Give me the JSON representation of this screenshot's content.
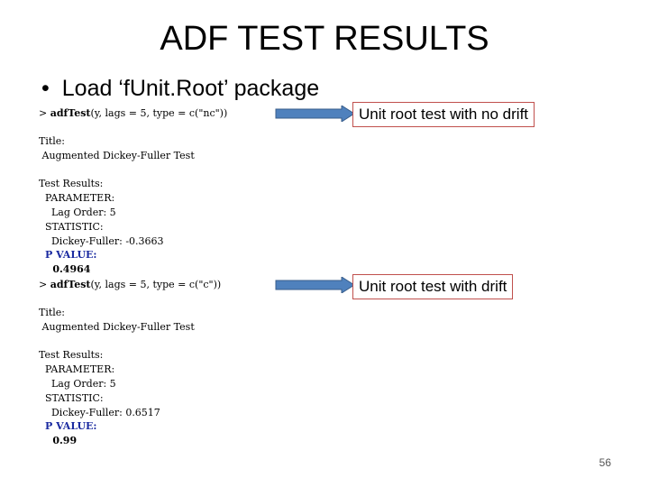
{
  "slide": {
    "title": "ADF TEST RESULTS",
    "bullet_symbol": "•",
    "bullet_text": "Load ‘fUnit.Root’ package",
    "page_number": "56"
  },
  "block1": {
    "command_prefix": "> ",
    "command_fn": "adfTest",
    "command_args": "(y, lags = 5, type = c(\"nc\"))",
    "title_label": "Title:",
    "title_value": " Augmented Dickey-Fuller Test",
    "results_label": "Test Results:",
    "parameter_label": "  PARAMETER:",
    "lag_order": "    Lag Order: 5",
    "statistic_label": "  STATISTIC:",
    "statistic_value": "    Dickey-Fuller: -0.3663",
    "p_label_indent": "  ",
    "p_letter": "P",
    "p_rest": " VALUE:",
    "p_value": "    0.4964",
    "callout": "Unit root test with no drift"
  },
  "block2": {
    "command_prefix": "> ",
    "command_fn": "adfTest",
    "command_args": "(y, lags = 5, type = c(\"c\"))",
    "title_label": "Title:",
    "title_value": " Augmented Dickey-Fuller Test",
    "results_label": "Test Results:",
    "parameter_label": "  PARAMETER:",
    "lag_order": "    Lag Order: 5",
    "statistic_label": "  STATISTIC:",
    "statistic_value": "    Dickey-Fuller: 0.6517",
    "p_label_indent": "  ",
    "p_letter": "P",
    "p_rest": " VALUE:",
    "p_value": "    0.99",
    "callout": "Unit root test with drift"
  },
  "colors": {
    "arrow_fill": "#4f81bd",
    "arrow_stroke": "#385d8a",
    "callout_border": "#c0504d",
    "p_value_label": "#1a2aa0"
  }
}
